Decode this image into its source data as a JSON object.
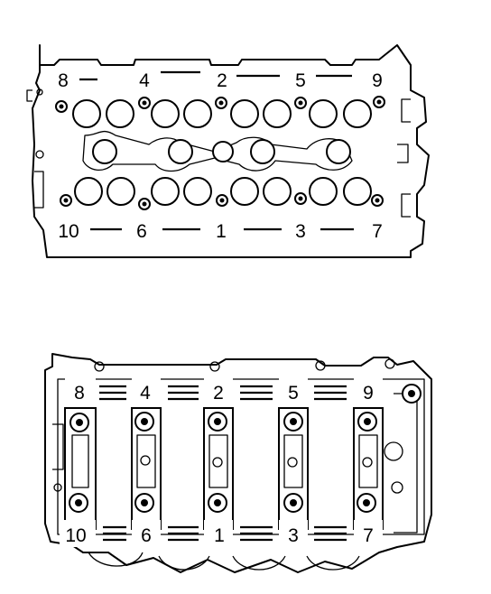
{
  "top_view": {
    "labels_row_top": [
      "8",
      "4",
      "2",
      "5",
      "9"
    ],
    "labels_row_bottom": [
      "10",
      "6",
      "1",
      "3",
      "7"
    ]
  },
  "bottom_view": {
    "labels_row_top": [
      "8",
      "4",
      "2",
      "5",
      "9"
    ],
    "labels_row_bottom": [
      "10",
      "6",
      "1",
      "3",
      "7"
    ]
  }
}
